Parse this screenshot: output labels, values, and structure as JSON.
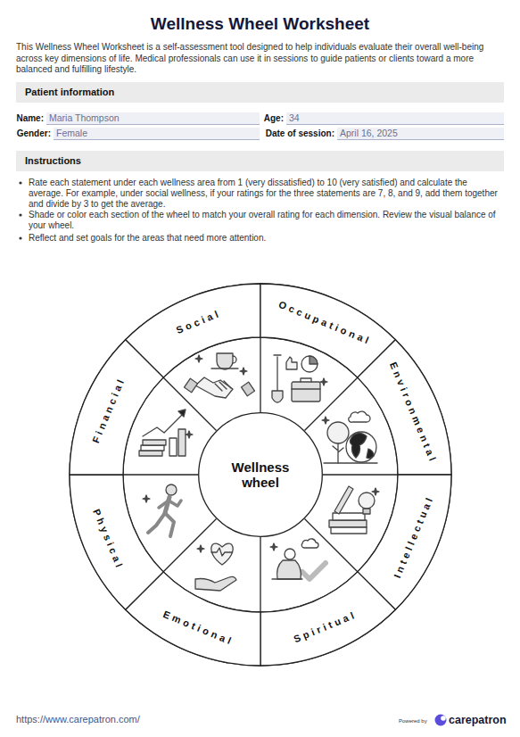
{
  "diagram": {
    "title": "Wellness Wheel Worksheet",
    "nodes": [
      {
        "text": [
          "Patient information"
        ]
      },
      {
        "text": [
          "Name:",
          "Maria Thompson"
        ]
      },
      {
        "text": [
          "Age:",
          "34"
        ]
      },
      {
        "text": [
          "Gender:",
          "Female"
        ]
      },
      {
        "text": [
          "Date of session:",
          "April 16, 2025"
        ]
      },
      {
        "text": [
          "Instructions"
        ]
      },
      {
        "text": [
          "Social"
        ]
      },
      {
        "text": [
          "Occupational"
        ]
      },
      {
        "text": [
          "Environmental"
        ]
      },
      {
        "text": [
          "Intellectual"
        ]
      },
      {
        "text": [
          "Spiritual"
        ]
      },
      {
        "text": [
          "Emotional"
        ]
      },
      {
        "text": [
          "Physical"
        ]
      },
      {
        "text": [
          "Financial"
        ]
      },
      {
        "text": [
          "Wellness wheel"
        ]
      }
    ],
    "labels": [
      "This Wellness Wheel Worksheet is a self-assessment tool designed to help individuals evaluate their overall well-being across key dimensions of life. Medical professionals can use it in sessions to guide patients or clients toward a more balanced and fulfilling lifestyle.",
      "Rate each statement under each wellness area from 1 (very dissatisfied) to 10 (very satisfied) and calculate the average. For example, under social wellness, if your ratings for the three statements are 7, 8, and 9, add them together and divide by 3 to get the average.",
      "Shade or color each section of the wheel to match your overall rating for each dimension. Review the visual balance of your wheel.",
      "Reflect and set goals for the areas that need more attention.",
      "https://www.carepatron.com/",
      "Powered by",
      "carepatron"
    ]
  }
}
